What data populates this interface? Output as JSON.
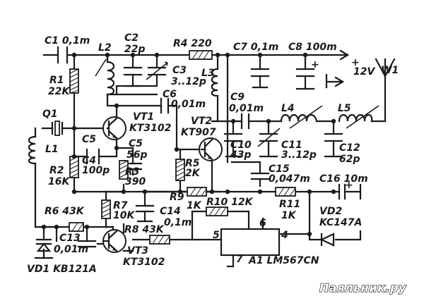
{
  "labels": {
    "c1": "C1 0,1m",
    "c2": "C2",
    "c2v": "22p",
    "r4": "R4 220",
    "c7": "C7 0,1m",
    "c8": "C8 100m",
    "plus_top": "+",
    "v12": "12V",
    "w1": "W1",
    "l2": "L2",
    "r1": "R1",
    "r1v": "22K",
    "c3": "C3",
    "c3v": "3..12p",
    "l3": "L3",
    "c6": "C6",
    "c6v": "0,01m",
    "vt1": "VT1",
    "vt1m": "KT3102",
    "vt2": "VT2",
    "vt2m": "KT907",
    "q1": "Q1",
    "c9": "C9",
    "c9v": "0,01m",
    "l4": "L4",
    "l5": "L5",
    "l1": "L1",
    "c4": "C4",
    "c4v": "100p",
    "c5": "C5",
    "c5v": "56p",
    "r3": "R3",
    "r3v": "390",
    "r5": "R5",
    "r5v": "2K",
    "c10": "C10",
    "c10v": "43p",
    "c11": "C11",
    "c11v": "3..12p",
    "c12": "C12",
    "c12v": "62p",
    "r2": "R2",
    "r2v": "16K",
    "c15": "C15",
    "c15v": "0,047m",
    "c16": "C16 10m",
    "plus_c16": "+",
    "r7": "R7",
    "r7v": "10K",
    "r9": "R9",
    "r9v": "1K",
    "c14": "C14",
    "c14v": "0,1m",
    "r11": "R11",
    "r11v": "1K",
    "vd2": "VD2",
    "vd2m": "KC147A",
    "r6": "R6 43K",
    "r10": "R10 12K",
    "pin6": "6",
    "c13": "C13",
    "c13v": "0,01m",
    "r8": "R8 43K",
    "pin5": "5",
    "pin4": "4",
    "vd1": "VD1 KB121A",
    "vt3": "VT3",
    "vt3m": "KT3102",
    "pin7": "7",
    "a1": "A1 LM567CN",
    "watermark": "Паяльник.ру"
  }
}
